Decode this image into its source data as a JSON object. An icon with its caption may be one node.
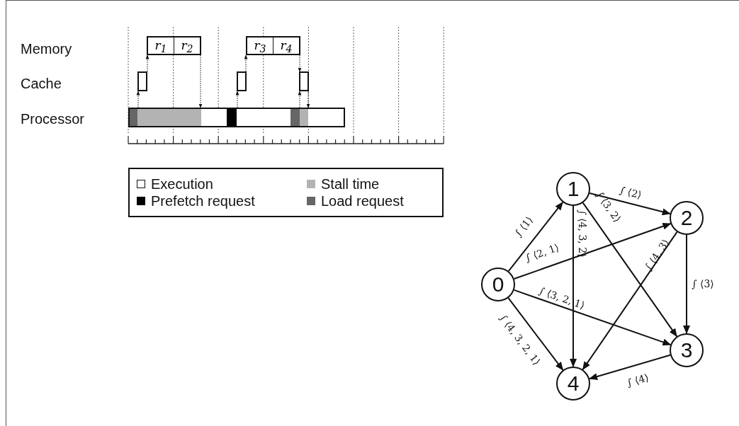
{
  "diagram": {
    "nodes": [
      {
        "text": [
          "r$_{1}$",
          "r$_{2}$"
        ]
      },
      {
        "text": [
          "r$_{3}$",
          "r$_{4}$"
        ]
      },
      {
        "text": [],
        "shape": "box"
      },
      {
        "text": [],
        "shape": "box"
      },
      {
        "text": [],
        "shape": "box"
      },
      {
        "text": [],
        "shape": "bar"
      },
      {
        "text": [
          "1"
        ]
      },
      {
        "text": [
          "2"
        ]
      },
      {
        "text": [
          "0"
        ]
      },
      {
        "text": [
          "3"
        ]
      },
      {
        "text": [
          "4"
        ]
      }
    ],
    "edges": [
      {
        "from": 5,
        "to": 2,
        "arrow": "to",
        "style": "dashed"
      },
      {
        "from": 2,
        "to": 0,
        "arrow": "to",
        "style": "dashed"
      },
      {
        "from": 0,
        "to": 5,
        "arrow": "to",
        "style": "dashed"
      },
      {
        "from": 5,
        "to": 3,
        "arrow": "to",
        "style": "dashed"
      },
      {
        "from": 3,
        "to": 1,
        "arrow": "to",
        "style": "dashed"
      },
      {
        "from": 1,
        "to": 4,
        "arrow": "to",
        "style": "dashed"
      },
      {
        "from": 5,
        "to": 4,
        "arrow": "to",
        "style": "dashed"
      },
      {
        "from": 4,
        "to": 5,
        "arrow": "to",
        "style": "dashed"
      },
      {
        "from": 8,
        "to": 6,
        "arrow": "to",
        "label": "∫ ⟨1⟩"
      },
      {
        "from": 6,
        "to": 7,
        "arrow": "to",
        "label": "∫ ⟨2⟩"
      },
      {
        "from": 8,
        "to": 7,
        "arrow": "to",
        "label": "∫ ⟨2, 1⟩"
      },
      {
        "from": 6,
        "to": 9,
        "arrow": "to",
        "label": "∫ ⟨3, 2⟩"
      },
      {
        "from": 6,
        "to": 10,
        "arrow": "to",
        "label": "∫ ⟨4, 3, 2⟩"
      },
      {
        "from": 8,
        "to": 9,
        "arrow": "to",
        "label": "∫ ⟨3, 2, 1⟩"
      },
      {
        "from": 7,
        "to": 10,
        "arrow": "to",
        "label": "∫ ⟨4, 3⟩"
      },
      {
        "from": 7,
        "to": 9,
        "arrow": "to",
        "label": "∫ ⟨3⟩"
      },
      {
        "from": 8,
        "to": 10,
        "arrow": "to",
        "label": "∫ ⟨4, 3, 2, 1⟩"
      },
      {
        "from": 9,
        "to": 10,
        "arrow": "to",
        "label": "∫ ⟨4⟩"
      }
    ],
    "labels": [
      "Memory",
      "Cache",
      "Processor"
    ],
    "legend": [
      {
        "text": "Execution",
        "color": "#ffffff"
      },
      {
        "text": "Stall time",
        "color": "#b3b3b3"
      },
      {
        "text": "Prefetch request",
        "color": "#000000"
      },
      {
        "text": "Load request",
        "color": "#666666"
      }
    ]
  }
}
